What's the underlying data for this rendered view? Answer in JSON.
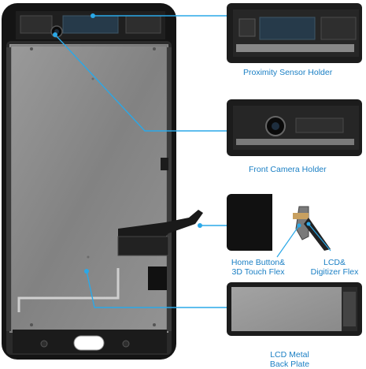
{
  "labels": {
    "proximity": "Proximity Sensor Holder",
    "front_camera": "Front Camera Holder",
    "home_line1": "Home Button&",
    "home_line2": "3D Touch Flex",
    "lcd_line1": "LCD&",
    "lcd_line2": "Digitizer Flex",
    "plate_line1": "LCD Metal",
    "plate_line2": "Back Plate"
  },
  "colors": {
    "accent": "#1a7fc4",
    "callout_line": "#2aa8e8",
    "frame": "#141414",
    "metal_plate": "#8c8c8c"
  }
}
